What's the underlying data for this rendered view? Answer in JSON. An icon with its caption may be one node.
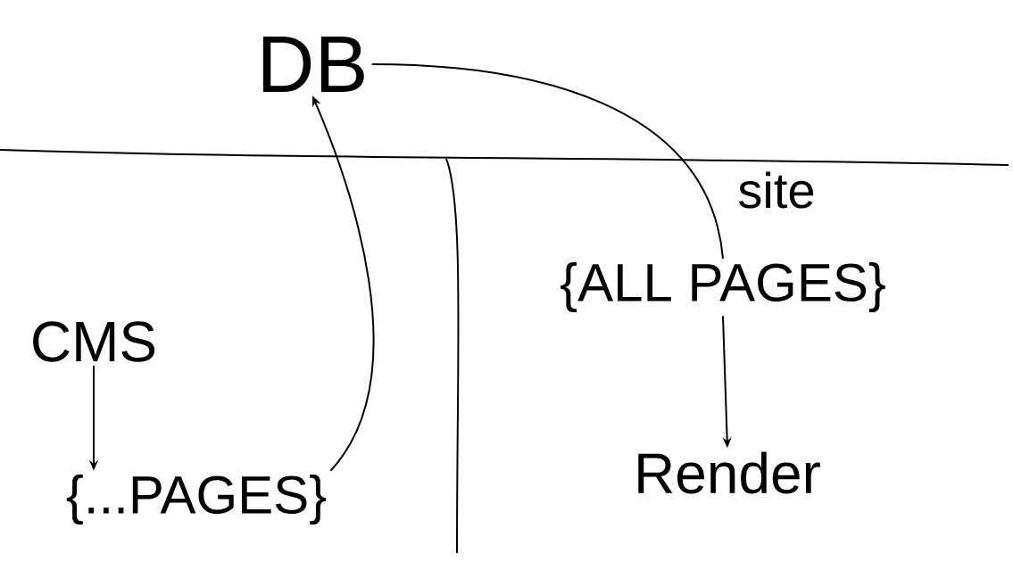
{
  "diagram": {
    "nodes": [
      {
        "text": [
          "DB"
        ]
      },
      {
        "text": [
          "CMS"
        ]
      },
      {
        "text": [
          "{...PAGES}"
        ]
      },
      {
        "text": [
          "{ALL PAGES}"
        ]
      },
      {
        "text": [
          "Render"
        ]
      }
    ],
    "edges": [
      {
        "from": 1,
        "to": 2,
        "arrow": "to"
      },
      {
        "from": 2,
        "to": 0,
        "arrow": "to"
      },
      {
        "from": 0,
        "to": 3,
        "arrow": "none"
      },
      {
        "from": 3,
        "to": 4,
        "arrow": "to"
      }
    ],
    "labels": [
      "site"
    ]
  }
}
